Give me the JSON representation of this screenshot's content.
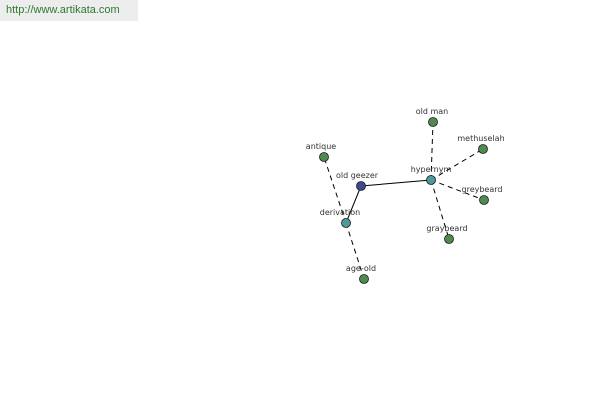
{
  "header": {
    "url": "http://www.artikata.com"
  },
  "graph": {
    "colors": {
      "root": "#3a4a8a",
      "relation": "#4d9a9a",
      "word": "#4f8a4f",
      "edge": "#000000",
      "url_text": "#2d7a2d"
    },
    "nodes": [
      {
        "id": "old-geezer",
        "label": "old geezer",
        "kind": "root"
      },
      {
        "id": "hypernym",
        "label": "hypernym",
        "kind": "relation"
      },
      {
        "id": "derivation",
        "label": "derivation",
        "kind": "relation"
      },
      {
        "id": "old-man",
        "label": "old man",
        "kind": "word"
      },
      {
        "id": "methuselah",
        "label": "methuselah",
        "kind": "word"
      },
      {
        "id": "greybeard",
        "label": "greybeard",
        "kind": "word"
      },
      {
        "id": "graybeard",
        "label": "graybeard",
        "kind": "word"
      },
      {
        "id": "antique",
        "label": "antique",
        "kind": "word"
      },
      {
        "id": "age-old",
        "label": "age-old",
        "kind": "word"
      }
    ],
    "edges": [
      {
        "from": "old-geezer",
        "to": "hypernym",
        "style": "solid"
      },
      {
        "from": "old-geezer",
        "to": "derivation",
        "style": "solid"
      },
      {
        "from": "hypernym",
        "to": "old-man",
        "style": "dashed"
      },
      {
        "from": "hypernym",
        "to": "methuselah",
        "style": "dashed"
      },
      {
        "from": "hypernym",
        "to": "greybeard",
        "style": "dashed"
      },
      {
        "from": "hypernym",
        "to": "graybeard",
        "style": "dashed"
      },
      {
        "from": "derivation",
        "to": "antique",
        "style": "dashed"
      },
      {
        "from": "derivation",
        "to": "age-old",
        "style": "dashed"
      }
    ]
  }
}
